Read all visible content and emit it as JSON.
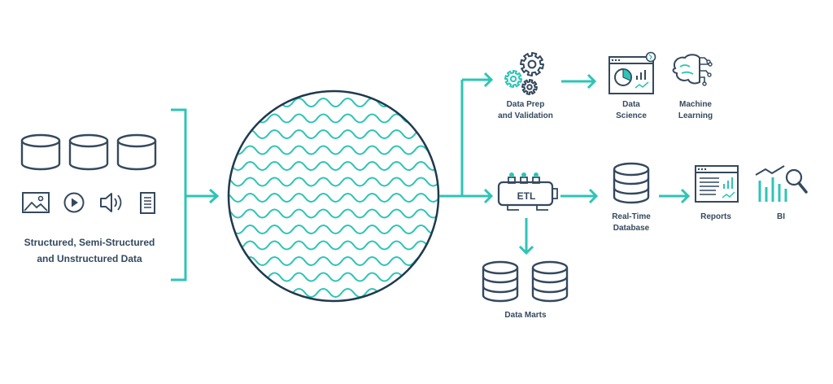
{
  "colors": {
    "accent": "#2ec4b6",
    "stroke": "#34495e"
  },
  "icons": {
    "sources": [
      "database-icon",
      "database-icon",
      "database-icon",
      "image-icon",
      "play-icon",
      "speaker-icon",
      "document-icon"
    ],
    "data_lake": "wave-circle-icon",
    "prep": "gears-icon",
    "science": "analytics-window-icon",
    "ml": "brain-circuit-icon",
    "etl": "etl-machine-icon",
    "database": "database-icon",
    "reports": "report-window-icon",
    "bi": "bar-chart-magnifier-icon"
  },
  "labels": {
    "sources_line1": "Structured, Semi-Structured",
    "sources_line2": "and Unstructured Data",
    "prep_line1": "Data Prep",
    "prep_line2": "and Validation",
    "science_line1": "Data",
    "science_line2": "Science",
    "ml_line1": "Machine",
    "ml_line2": "Learning",
    "etl": "ETL",
    "rtdb_line1": "Real-Time",
    "rtdb_line2": "Database",
    "reports": "Reports",
    "bi": "BI",
    "marts": "Data Marts"
  }
}
